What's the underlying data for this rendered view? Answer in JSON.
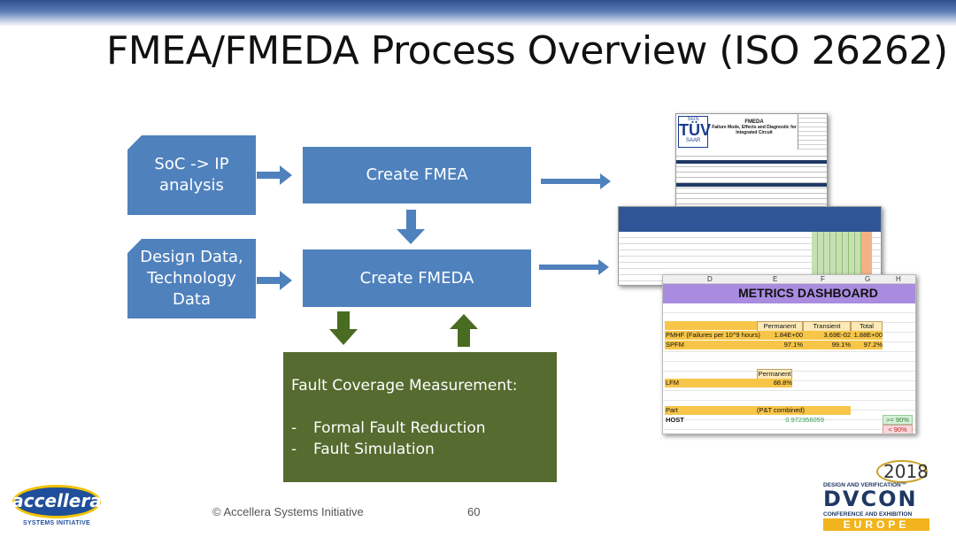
{
  "title": "FMEA/FMEDA Process Overview (ISO 26262)",
  "inputs": {
    "soc": "SoC -> IP analysis",
    "design": "Design Data, Technology Data"
  },
  "steps": {
    "fmea": "Create FMEA",
    "fmeda": "Create FMEDA"
  },
  "fault_coverage": {
    "heading": "Fault Coverage Measurement:",
    "items": [
      "Formal Fault Reduction",
      "Fault Simulation"
    ],
    "bullet": "-"
  },
  "fmea_sheet": {
    "logo_small": "SGS",
    "logo_big": "TÜV",
    "logo_bottom": "SAAR",
    "title": "FMEDA",
    "subtitle": "Failure Mode, Effects and Diagnostic for Integrated Circuit"
  },
  "dashboard": {
    "columns": [
      "D",
      "E",
      "F",
      "G",
      "H"
    ],
    "title": "METRICS DASHBOARD",
    "headers": [
      "Permanent",
      "Transient",
      "Total"
    ],
    "pmhf_label": "PMHF (Failures per 10^9 hours)",
    "pmhf_values": [
      "1.84E+00",
      "3.69E-02",
      "1.88E+00"
    ],
    "spfm_label": "SPFM",
    "spfm_values": [
      "97.1%",
      "99.1%",
      "97.2%"
    ],
    "lfm_header": "Permanent",
    "lfm_label": "LFM",
    "lfm_value": "88.8%",
    "part_label": "Part",
    "part_value": "(P&T combined)",
    "host_label": "HOST",
    "host_value": "0.972356059",
    "legend_pass": ">= 90%",
    "legend_fail": "< 90%"
  },
  "footer": {
    "copyright": "© Accellera Systems Initiative",
    "page": "60"
  },
  "logos": {
    "accellera": "accellera",
    "accellera_sub": "SYSTEMS INITIATIVE",
    "dvcon_year": "2018",
    "dvcon_top": "DESIGN AND VERIFICATION™",
    "dvcon_name": "DVCON",
    "dvcon_conf": "CONFERENCE AND EXHIBITION",
    "dvcon_region": "EUROPE"
  },
  "colors": {
    "blue_box": "#4f81bd",
    "green_box": "#556b2f",
    "dark_green_arrow": "#4a6b22",
    "dashboard_banner": "#a98ce0",
    "dashboard_yellow": "#f7c548"
  }
}
